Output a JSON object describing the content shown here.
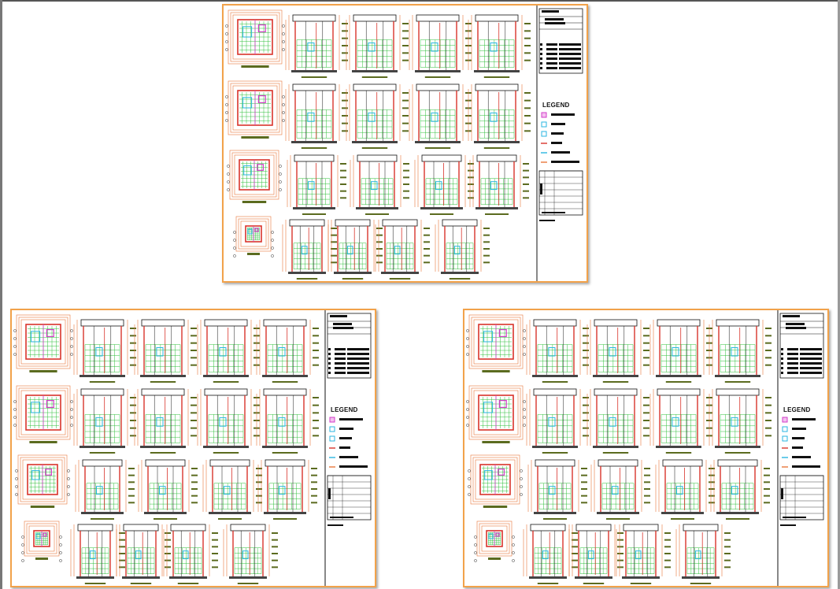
{
  "sheets": [
    {
      "id": "sheet-top",
      "legend_title": "LEGEND"
    },
    {
      "id": "sheet-bottom-left",
      "legend_title": "LEGEND"
    },
    {
      "id": "sheet-bottom-right",
      "legend_title": "LEGEND"
    }
  ],
  "colors": {
    "sheet_border": "#f2a24a",
    "dim_orange": "#e8763a",
    "wall_red": "#d9342b",
    "tile_green": "#2fbf3a",
    "fixture_cyan": "#29b6e0",
    "fixture_magenta": "#d23cc8",
    "label_olive": "#5b6b1f",
    "ink": "#111111"
  },
  "legend_symbols": [
    "magenta-square-icon",
    "cyan-square-icon",
    "cyan-small-square-icon",
    "red-line-icon",
    "cyan-line-icon",
    "orange-line-icon"
  ]
}
